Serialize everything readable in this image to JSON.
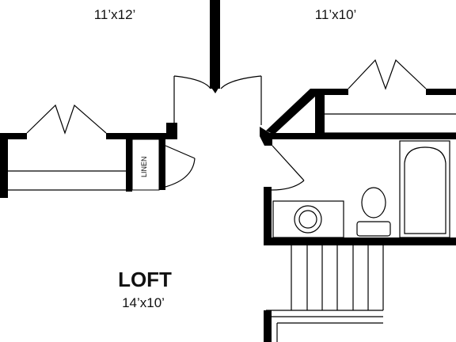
{
  "rooms": {
    "bedroom_left": {
      "dims": "11’x12’"
    },
    "bedroom_right": {
      "dims": "11’x10’"
    },
    "loft": {
      "name": "LOFT",
      "dims": "14’x10’"
    }
  },
  "labels": {
    "linen": "LINEN"
  }
}
